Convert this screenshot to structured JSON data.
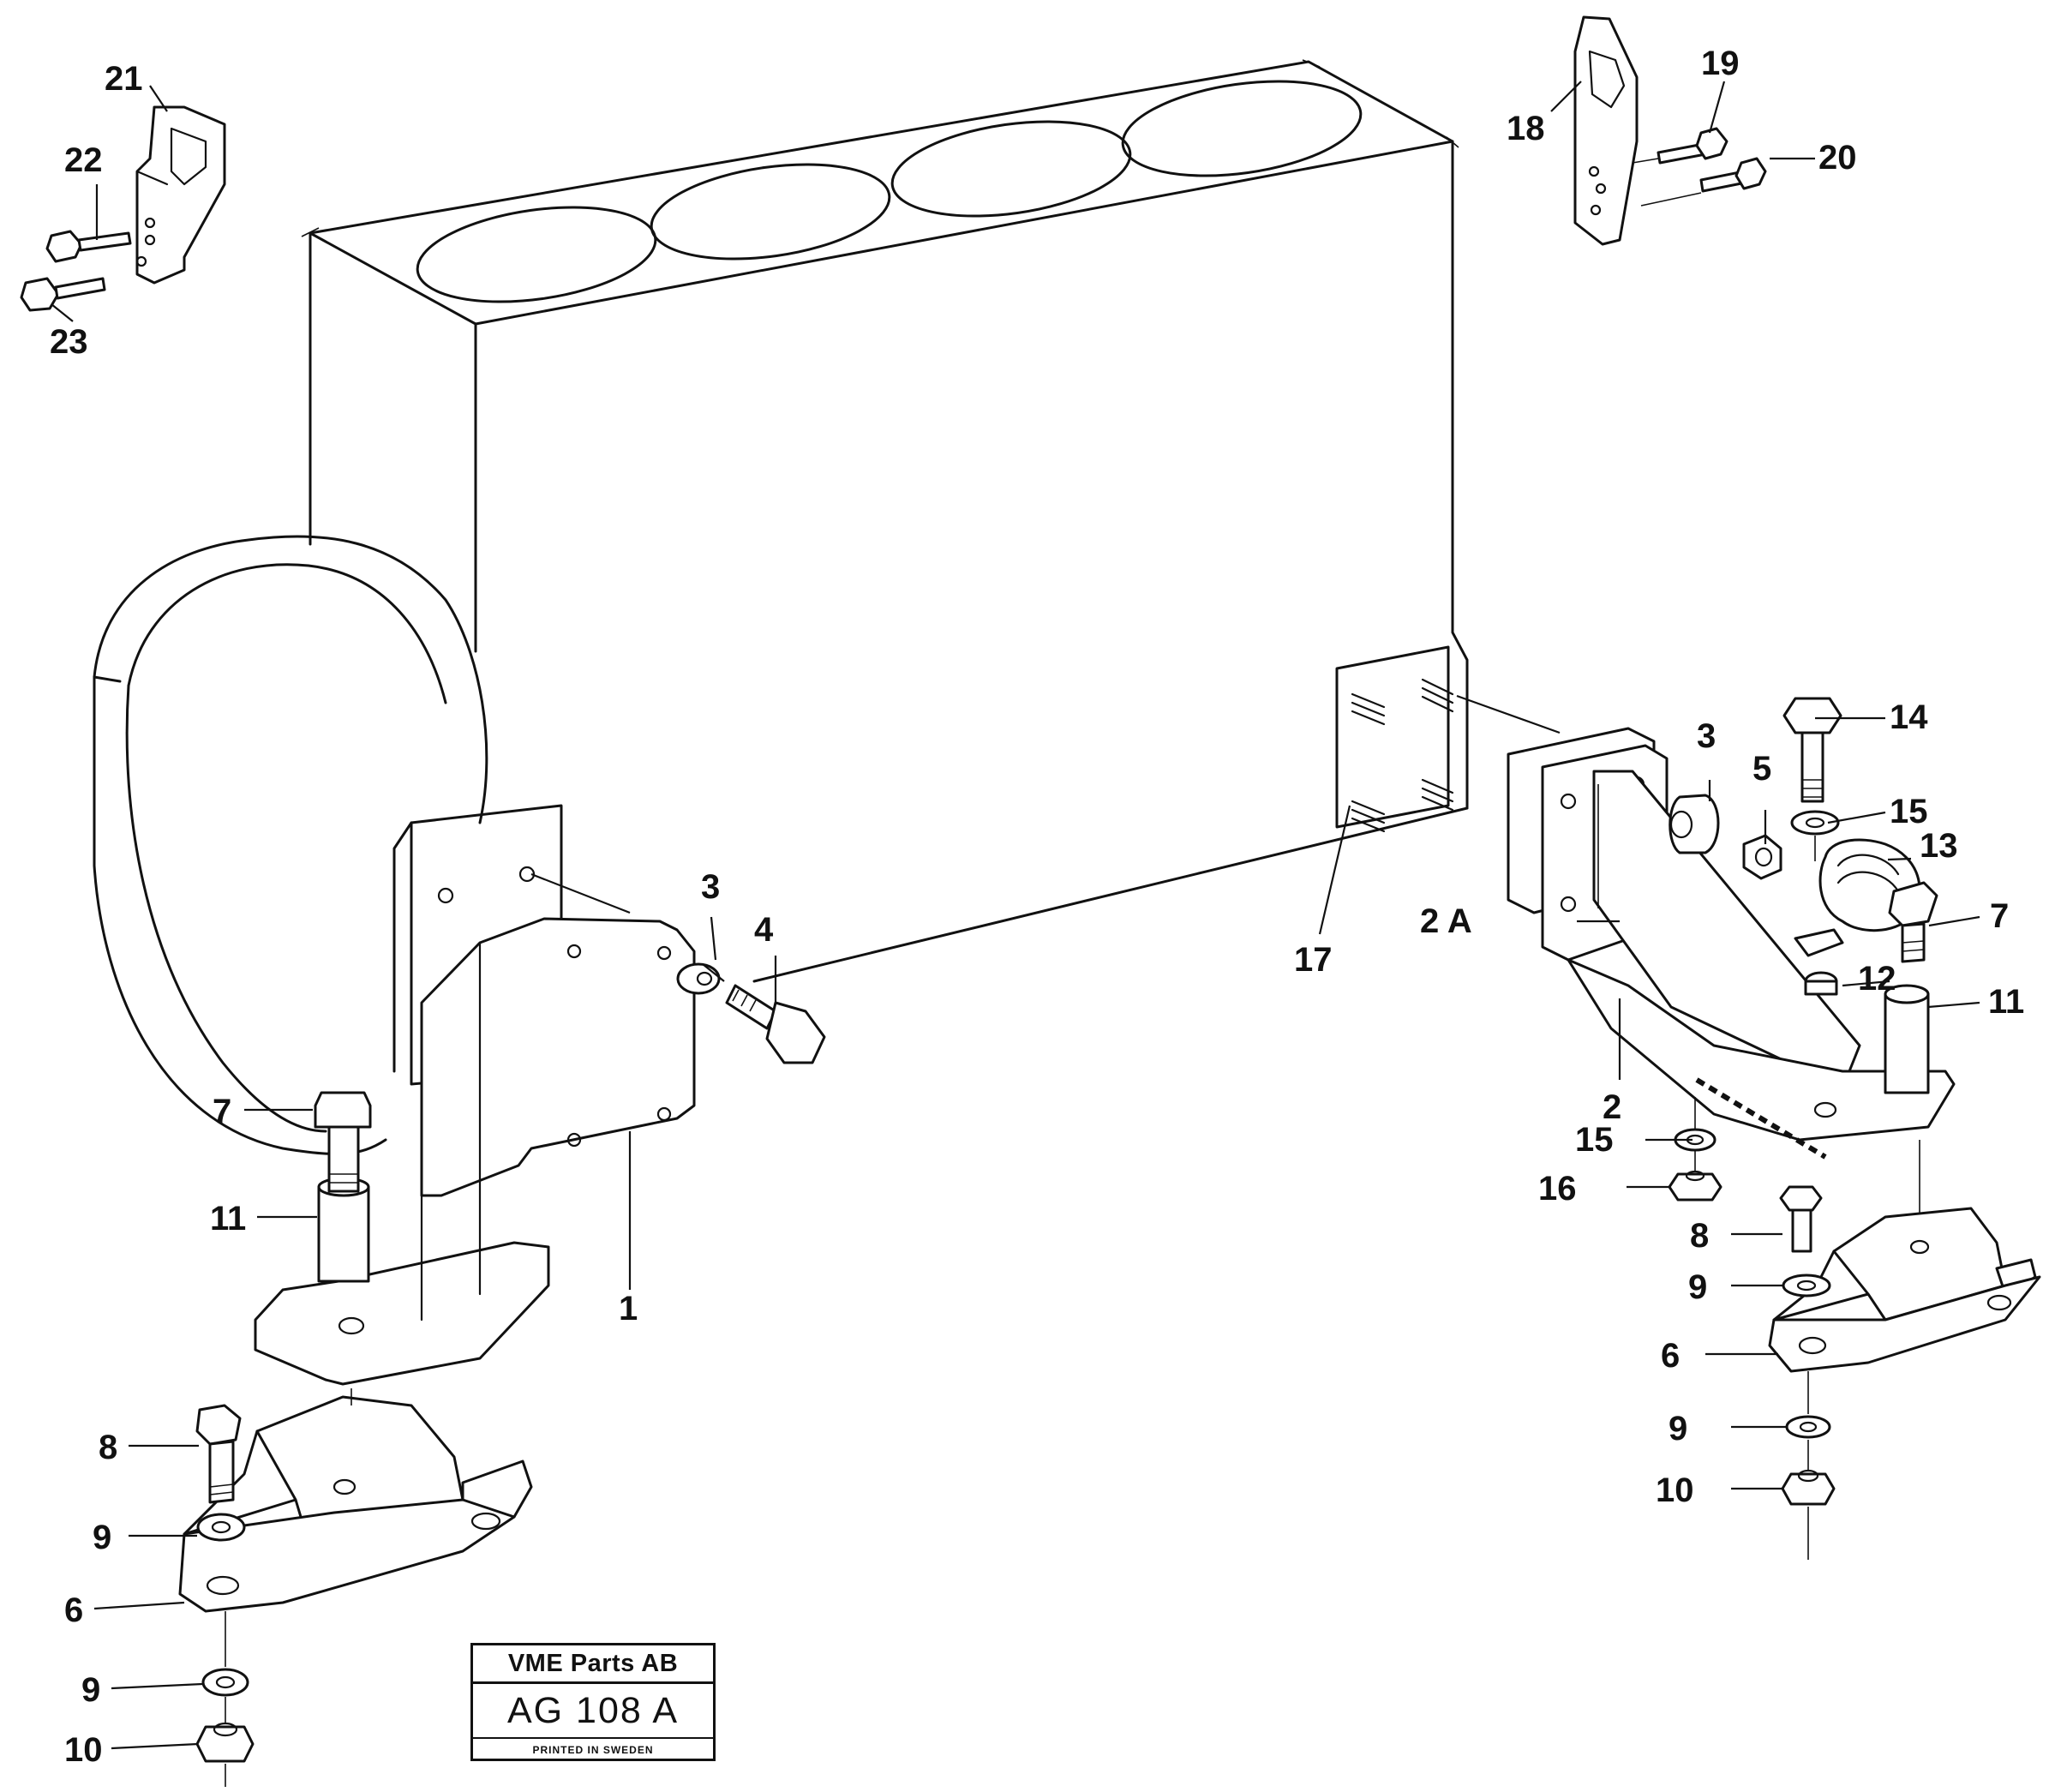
{
  "diagram": {
    "callouts": {
      "c1": "1",
      "c2": "2",
      "c2a": "2 A",
      "c3l": "3",
      "c3r": "3",
      "c4": "4",
      "c5": "5",
      "c6l": "6",
      "c6r": "6",
      "c7l": "7",
      "c7r": "7",
      "c8l": "8",
      "c8r": "8",
      "c9a": "9",
      "c9b": "9",
      "c9c": "9",
      "c9d": "9",
      "c10l": "10",
      "c10r": "10",
      "c11l": "11",
      "c11r": "11",
      "c12": "12",
      "c13": "13",
      "c14": "14",
      "c15a": "15",
      "c15b": "15",
      "c16": "16",
      "c17": "17",
      "c18": "18",
      "c19": "19",
      "c20": "20",
      "c21": "21",
      "c22": "22",
      "c23": "23"
    }
  },
  "title_block": {
    "company": "VME Parts AB",
    "code": "AG 108 A",
    "printed": "PRINTED IN SWEDEN"
  }
}
